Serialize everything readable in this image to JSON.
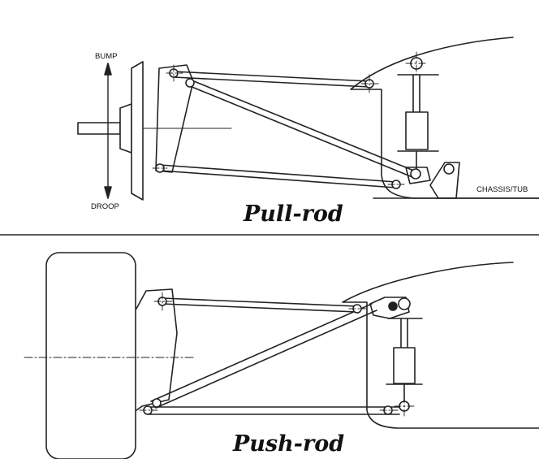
{
  "top_panel": {
    "caption": "Pull-rod",
    "label_bump": "BUMP",
    "label_droop": "DROOP",
    "label_chassis": "CHASSIS/TUB"
  },
  "bottom_panel": {
    "caption": "Push-rod"
  }
}
